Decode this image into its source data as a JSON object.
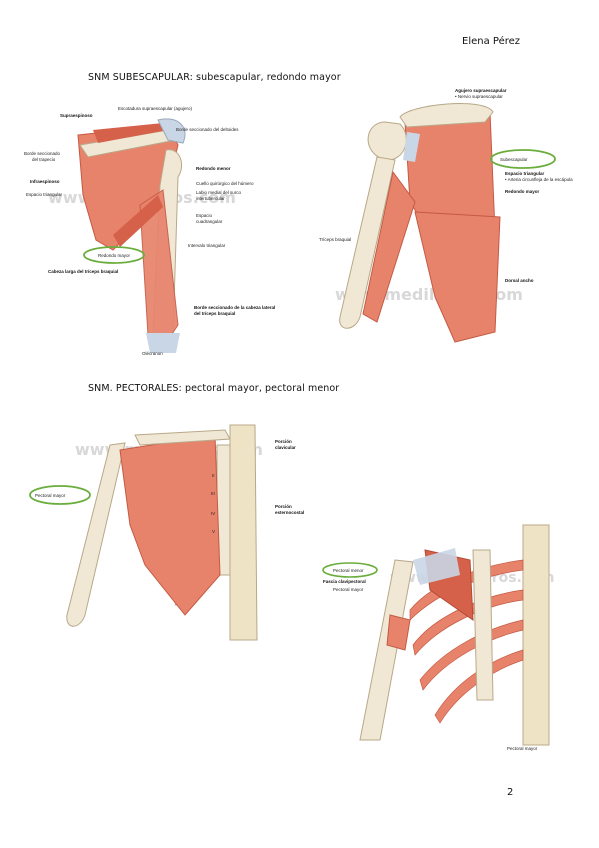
{
  "header": {
    "author": "Elena Pérez"
  },
  "sections": [
    {
      "title": "SNM SUBESCAPULAR: subescapular, redondo mayor"
    },
    {
      "title": "SNM. PECTORALES: pectoral mayor, pectoral menor"
    }
  ],
  "figures": {
    "fig1": {
      "watermark": "www.medilibros.com",
      "labels": {
        "supraespinoso": "Supraespinoso",
        "escotadura": "Escotadura supraescapular (agujero)",
        "borde_deltoides": "Borde seccionado del deltoides",
        "borde_trapecio_1": "Borde seccionado",
        "borde_trapecio_2": "del trapecio",
        "infraespinoso": "Infraespinoso",
        "espacio_triangular": "Espacio triangular",
        "redondo_menor": "Redondo menor",
        "cuello_quirurgico": "Cuello quirúrgico del húmero",
        "labio_medial_1": "Labio medial del surco",
        "labio_medial_2": "intertubercular",
        "espacio_cuadrangular_1": "Espacio",
        "espacio_cuadrangular_2": "cuadrangular",
        "intervalo_triangular": "Intervalo triangular",
        "redondo_mayor": "Redondo mayor",
        "cabeza_larga": "Cabeza larga del tríceps braquial",
        "borde_lateral_1": "Borde seccionado de la cabeza lateral",
        "borde_lateral_2": "del tríceps braquial",
        "olecranon": "Olécranon"
      }
    },
    "fig2": {
      "watermark": "www.medilibros.com",
      "labels": {
        "agujero_1": "Agujero supraescapular",
        "agujero_2": "• Nervio supraescapular",
        "subescapular": "Subescapular",
        "espacio_triangular": "Espacio triangular",
        "arteria": "• Arteria circunfleja de la escápula",
        "redondo_mayor": "Redondo mayor",
        "triceps": "Tríceps braquial",
        "dorsal_ancho": "Dorsal ancho"
      }
    },
    "fig3": {
      "watermark": "www.medilibros.com",
      "labels": {
        "porcion_clavicular_1": "Porción",
        "porcion_clavicular_2": "clavicular",
        "pectoral_mayor": "Pectoral mayor",
        "porcion_esternocostal_1": "Porción",
        "porcion_esternocostal_2": "esternocostal",
        "rib_ii": "II",
        "rib_iii": "III",
        "rib_iv": "IV",
        "rib_v": "V"
      }
    },
    "fig4": {
      "watermark": "www.medilibros.com",
      "labels": {
        "pectoral_menor": "Pectoral menor",
        "fascia": "Fascia clavipectoral",
        "pectoral_mayor_top": "Pectoral mayor",
        "pectoral_mayor_bottom": "Pectoral mayor"
      }
    }
  },
  "colors": {
    "muscle": "#e8836b",
    "muscle_dark": "#d5614a",
    "bone": "#f0e8d4",
    "bone_edge": "#b8a888",
    "tendon": "#c9d6e6",
    "highlight": "#6aad3c"
  },
  "footer": {
    "page_number": "2"
  }
}
